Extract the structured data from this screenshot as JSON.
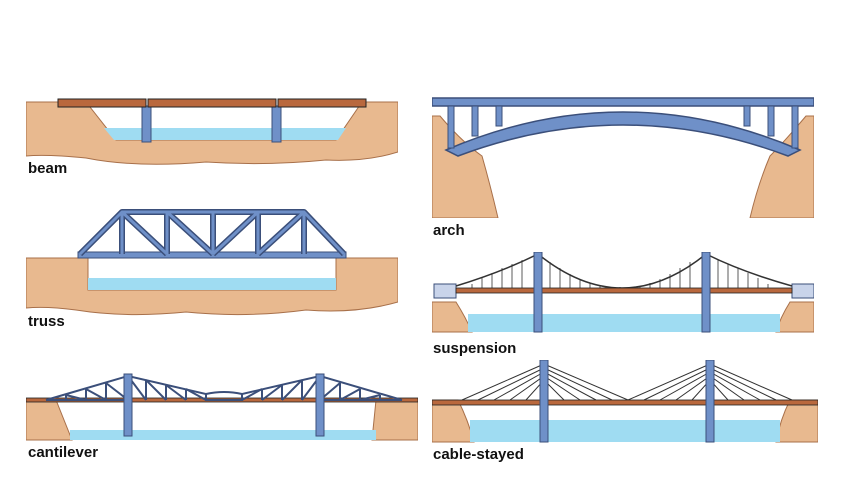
{
  "colors": {
    "steel": "#6f90c8",
    "steel_dark": "#3b4f7a",
    "water": "#9fdcf2",
    "water_dark": "#7cc8ea",
    "earth": "#e8b98f",
    "earth_dark": "#a8704a",
    "deck_brown": "#b9683d",
    "cable": "#333333",
    "abutment": "#c9d4ea"
  },
  "bridges": [
    {
      "id": "beam",
      "label": "beam"
    },
    {
      "id": "truss",
      "label": "truss"
    },
    {
      "id": "cantilever",
      "label": "cantilever"
    },
    {
      "id": "arch",
      "label": "arch"
    },
    {
      "id": "suspension",
      "label": "suspension"
    },
    {
      "id": "cable-stayed",
      "label": "cable-stayed"
    }
  ]
}
